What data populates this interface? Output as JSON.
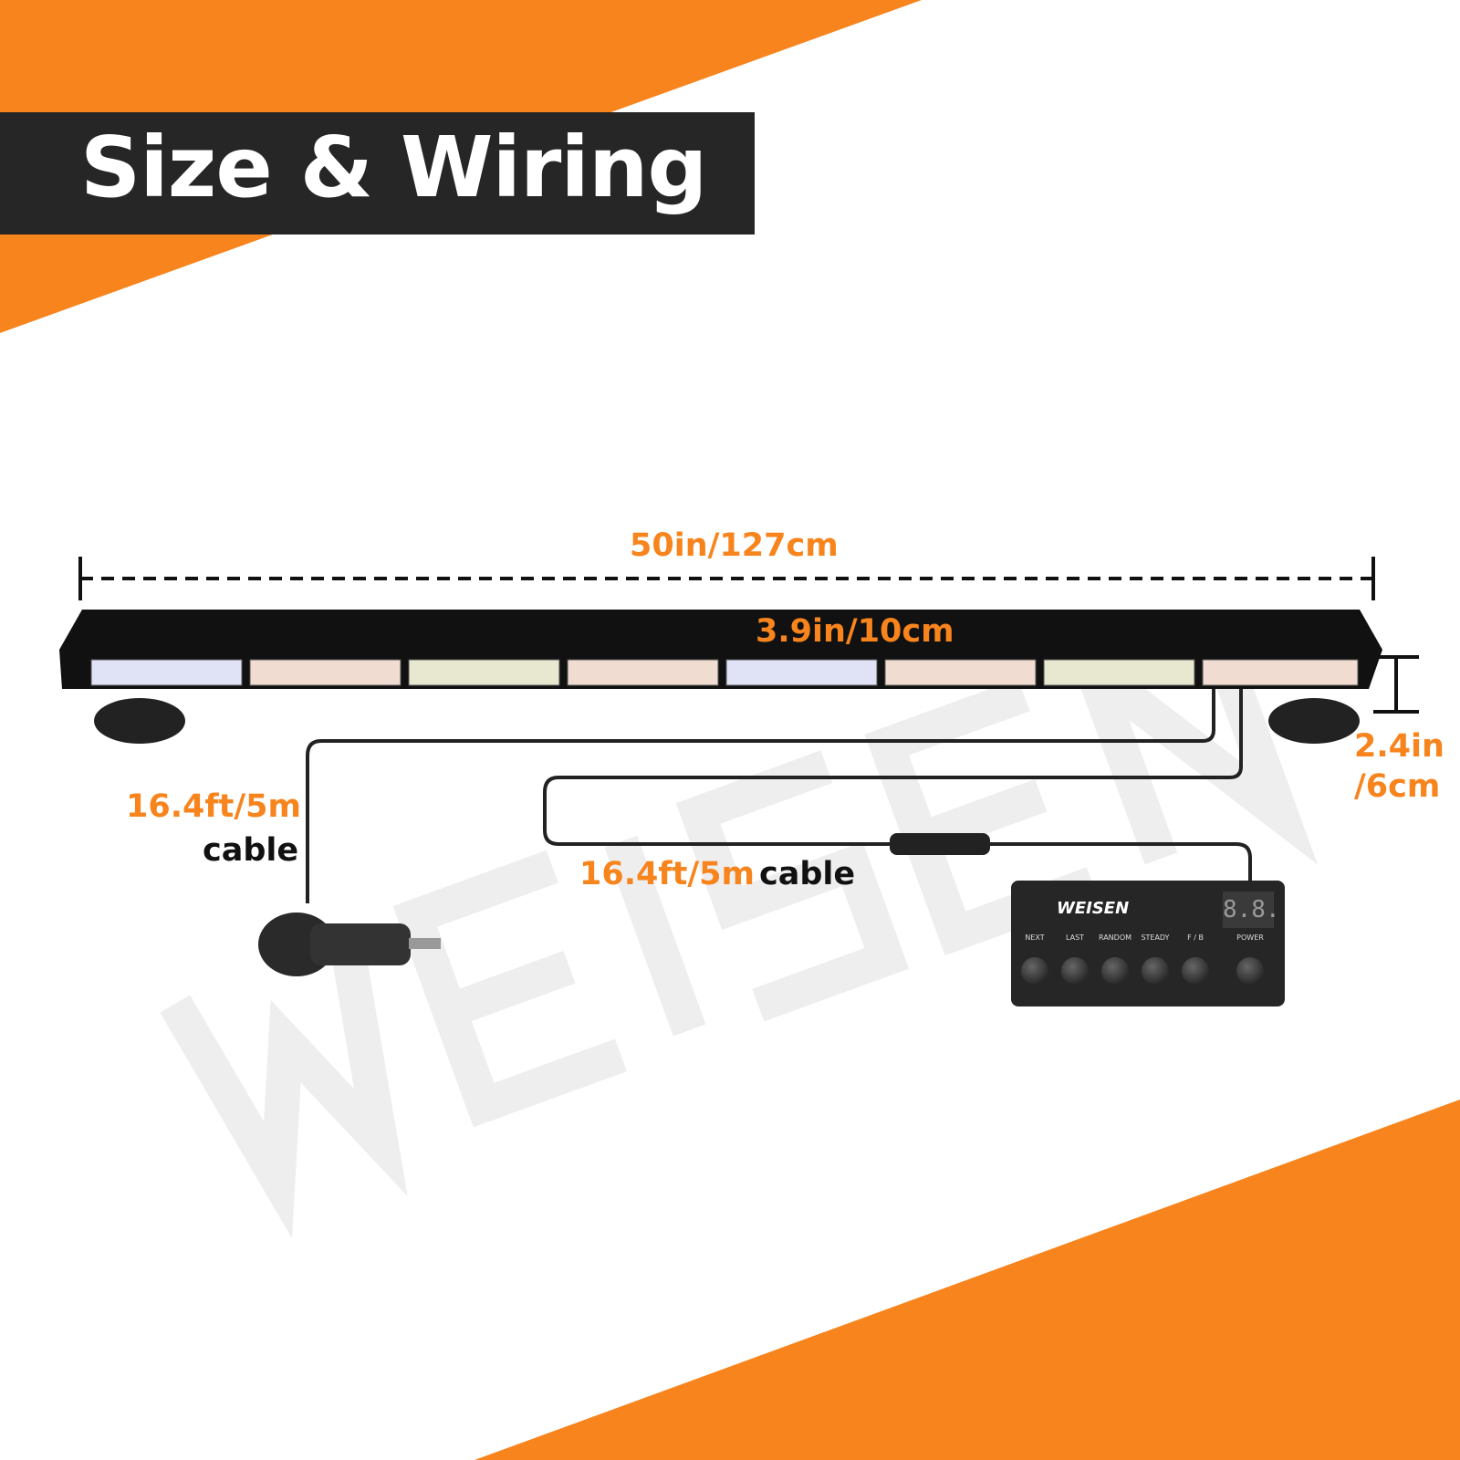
{
  "title": "Size & Wiring",
  "dimensions": {
    "length": "50in/127cm",
    "height": "3.9in/10cm",
    "depth_line1": "2.4in",
    "depth_line2": "/6cm",
    "power_cable_length": "16.4ft/5m",
    "power_cable_word": "cable",
    "controller_cable_length": "16.4ft/5m",
    "controller_cable_word": "cable"
  },
  "controller": {
    "brand": "WEISEN",
    "display": "8.8.",
    "buttons": [
      "NEXT",
      "LAST",
      "RANDOM",
      "STEADY",
      "F / B"
    ],
    "power_label": "POWER"
  },
  "watermark": "WEISEN",
  "colors": {
    "accent": "#f7841d",
    "dark": "#262626"
  }
}
